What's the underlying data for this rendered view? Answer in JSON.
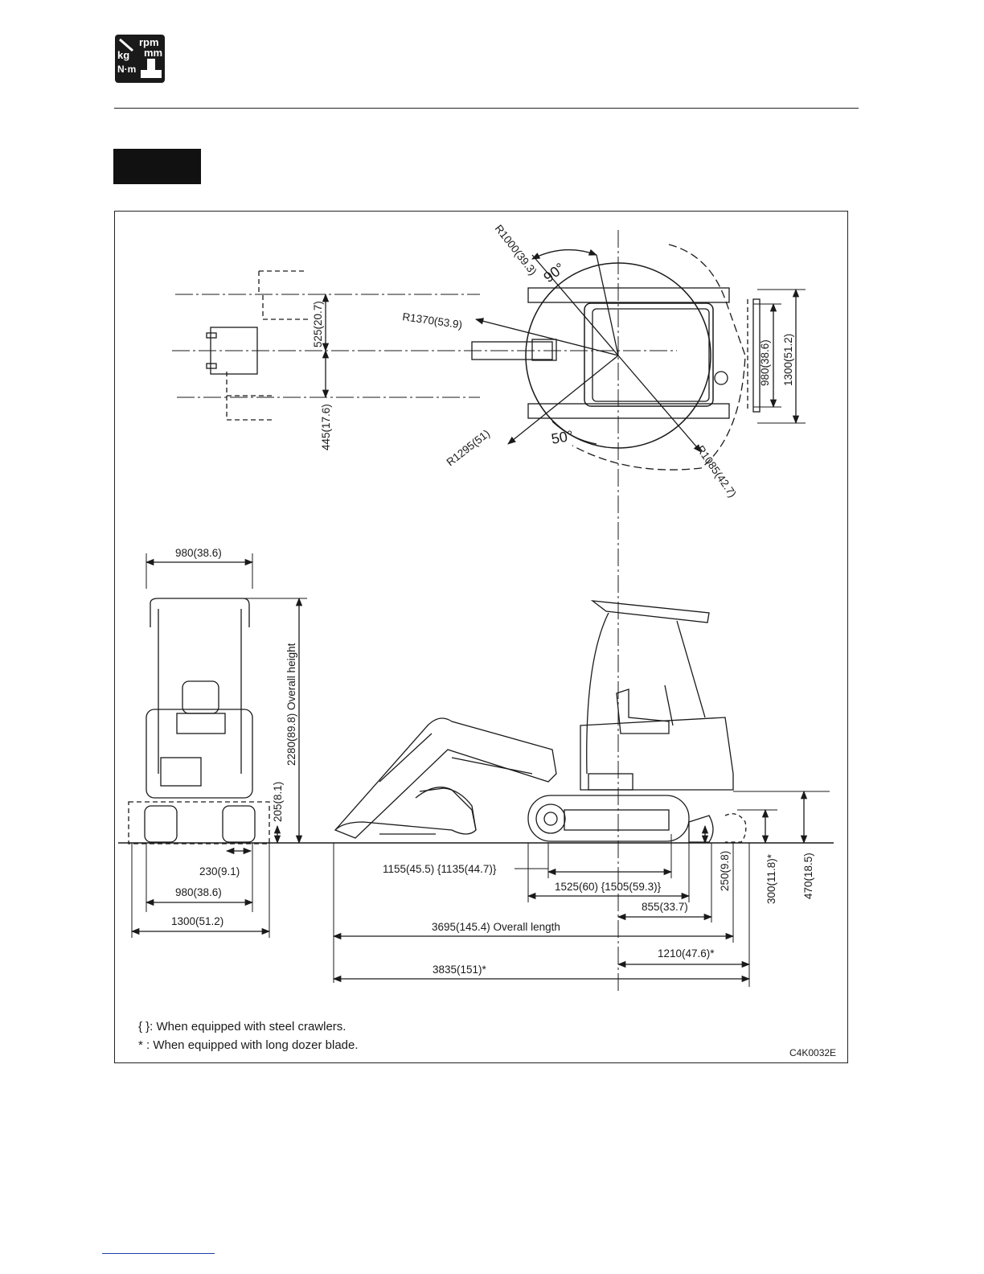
{
  "header": {
    "icon_name": "specifications-icon",
    "icon_lines": [
      "rpm",
      "mm",
      "kg",
      "N·m"
    ]
  },
  "footnotes": {
    "steel_crawlers": "{  }: When equipped with steel crawlers.",
    "long_dozer": "* : When equipped with long dozer blade.",
    "drawing_code": "C4K0032E"
  },
  "top_view": {
    "r1000": "R1000(39.3)",
    "r1370": "R1370(53.9)",
    "r1295": "R1295(51)",
    "r1085": "R1085(42.7)",
    "angle_90": "90°",
    "angle_50": "50°",
    "offset_525": "525(20.7)",
    "offset_445": "445(17.6)",
    "width_980": "980(38.6)",
    "width_1300": "1300(51.2)"
  },
  "front_view": {
    "width_980_top": "980(38.6)",
    "overall_height": "2280(89.8) Overall height",
    "clearance_205": "205(8.1)",
    "track_230": "230(9.1)",
    "track_980": "980(38.6)",
    "blade_1300": "1300(51.2)"
  },
  "side_view": {
    "dim_1155": "1155(45.5)  {1135(44.7)}",
    "dim_1525": "1525(60)  {1505(59.3)}",
    "dim_855": "855(33.7)",
    "dim_3695": "3695(145.4) Overall length",
    "dim_1210": "1210(47.6)*",
    "dim_3835": "3835(151)*",
    "dim_250": "250(9.8)",
    "dim_300": "300(11.8)*",
    "dim_470": "470(18.5)"
  }
}
